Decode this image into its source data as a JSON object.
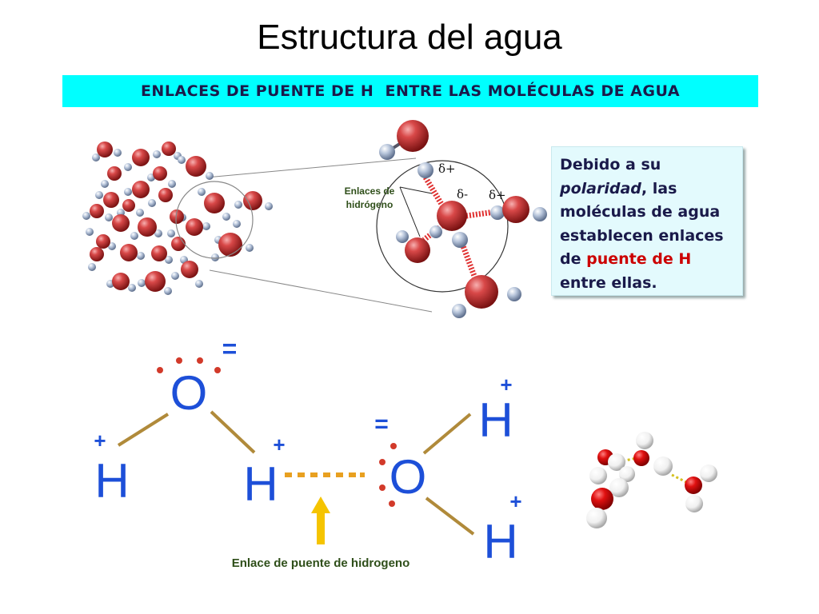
{
  "title": "Estructura del agua",
  "banner": "ENLACES DE PUENTE DE H  ENTRE LAS MOLÉCULAS DE AGUA",
  "note": {
    "t1": "Debido a su ",
    "t2": "polaridad",
    "t3": ", las moléculas de agua establecen enlaces de ",
    "t4": "puente de H",
    "t5": " entre ellas."
  },
  "zoom": {
    "label_line1": "Enlaces de",
    "label_line2": "hidrógeno",
    "delta_plus_1": "δ+",
    "delta_minus": "δ-",
    "delta_plus_2": "δ+"
  },
  "lewis": {
    "o_left": "O",
    "o_right": "O",
    "h_left": "H",
    "h_mid": "H",
    "h_right_top": "H",
    "h_right_bottom": "H",
    "plus": "+",
    "minus": "=",
    "caption": "Enlace de puente de hidrogeno"
  },
  "colors": {
    "oxygen": "#c83030",
    "hydrogen": "#a9b9d2",
    "lewis_blue": "#1d4fd8",
    "bond": "#b08a3a",
    "hbond_dots": "#e8a020",
    "arrow": "#f5c400",
    "caption_green": "#2f4f1a",
    "banner": "#00ffff"
  }
}
